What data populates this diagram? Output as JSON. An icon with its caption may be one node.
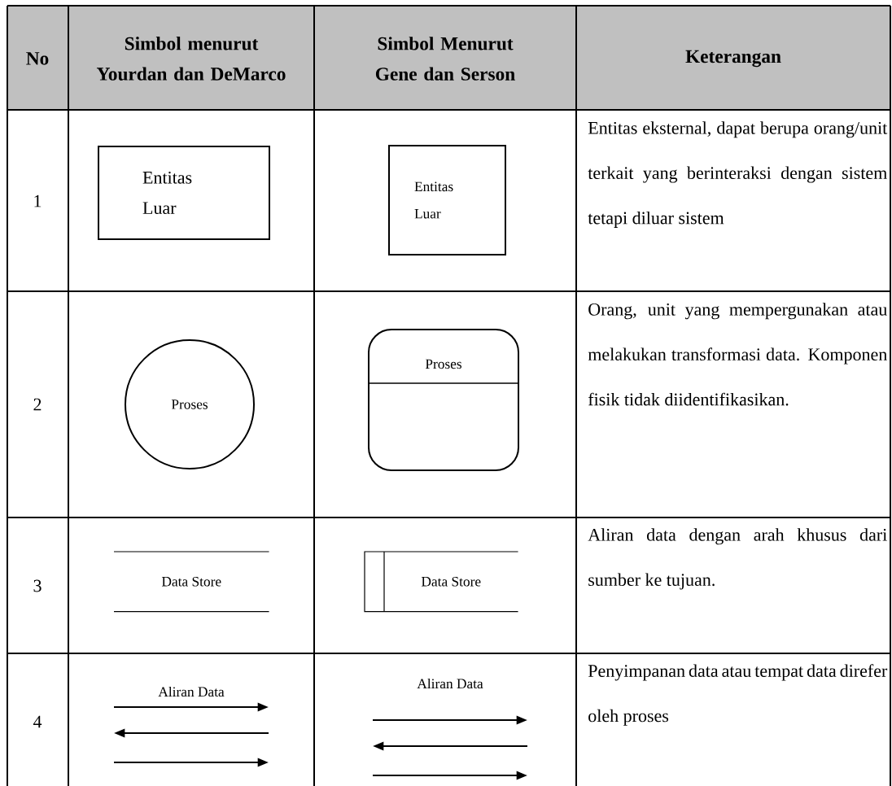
{
  "diagram": {
    "nodes": [
      {
        "text": [
          "Entitas Luar"
        ]
      },
      {
        "text": [
          "Entitas Luar"
        ]
      },
      {
        "text": [
          "Proses"
        ]
      },
      {
        "text": [
          "Proses"
        ]
      },
      {
        "text": [
          "Data Store"
        ]
      },
      {
        "text": [
          "Data Store"
        ]
      }
    ],
    "labels": [
      "No",
      "Simbol menurut Yourdan dan DeMarco",
      "Simbol Menurut Gene dan Serson",
      "Keterangan",
      "1",
      "Entitas eksternal, dapat berupa orang/unit terkait yang berinteraksi dengan sistem tetapi diluar sistem",
      "2",
      "Orang, unit yang mempergunakan atau melakukan transformasi data. Komponen fisik tidak diidentifikasikan.",
      "3",
      "Aliran data dengan arah khusus dari sumber ke tujuan.",
      "4",
      "Aliran Data",
      "Aliran Data",
      "Penyimpanan data atau tempat data direfer oleh proses"
    ]
  }
}
